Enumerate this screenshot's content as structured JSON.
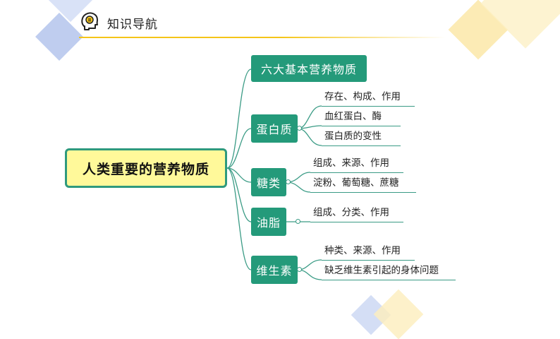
{
  "header": {
    "title": "知识导航",
    "icon": "head-lightbulb-icon"
  },
  "colors": {
    "accent_yellow": "#f5c518",
    "topic_green": "#249a7a",
    "root_fill": "#fff99a",
    "deco_blue": "#b9c8ef"
  },
  "mindmap": {
    "root": "人类重要的营养物质",
    "topics": [
      {
        "label": "六大基本营养物质",
        "items": []
      },
      {
        "label": "蛋白质",
        "items": [
          "存在、构成、作用",
          "血红蛋白、酶",
          "蛋白质的变性"
        ]
      },
      {
        "label": "糖类",
        "items": [
          "组成、来源、作用",
          "淀粉、葡萄糖、蔗糖"
        ]
      },
      {
        "label": "油脂",
        "items": [
          "组成、分类、作用"
        ]
      },
      {
        "label": "维生素",
        "items": [
          "种类、来源、作用",
          "缺乏维生素引起的身体问题"
        ]
      }
    ]
  }
}
